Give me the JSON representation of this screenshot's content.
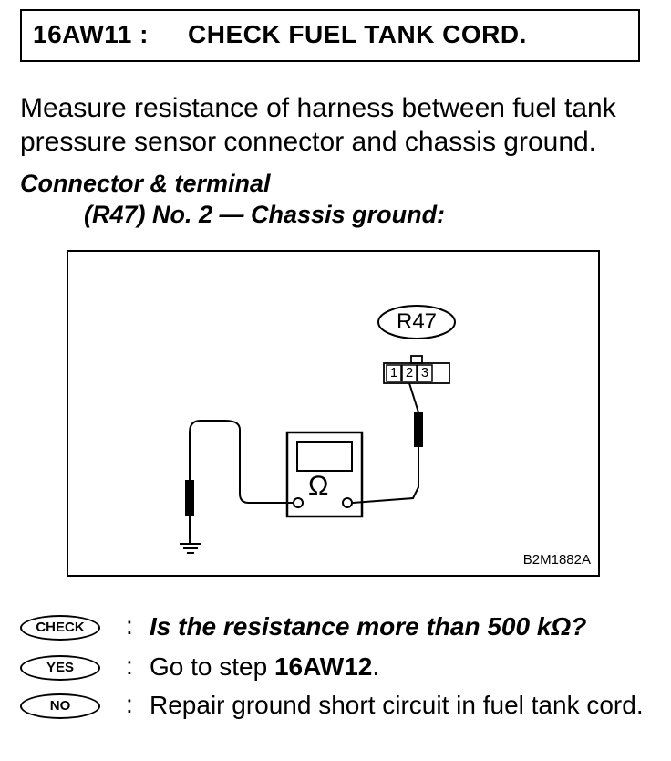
{
  "header": {
    "step_code": "16AW11 :",
    "step_title": "CHECK FUEL TANK CORD."
  },
  "instruction": "Measure resistance of harness between fuel tank pressure sensor connector and chassis ground.",
  "connector": {
    "heading": "Connector & terminal",
    "detail": "(R47) No. 2 — Chassis ground:"
  },
  "figure": {
    "connector_label": "R47",
    "pins": [
      "1",
      "2",
      "3"
    ],
    "meter_symbol": "Ω",
    "figure_id": "B2M1882A"
  },
  "checks": {
    "check": {
      "badge": "CHECK",
      "colon": ":",
      "text": "Is the resistance more than 500 kΩ?"
    },
    "yes": {
      "badge": "YES",
      "colon": ":",
      "text_prefix": "Go to step ",
      "step": "16AW12",
      "text_suffix": "."
    },
    "no": {
      "badge": "NO",
      "colon": ":",
      "text": "Repair ground short circuit in fuel tank cord."
    }
  }
}
